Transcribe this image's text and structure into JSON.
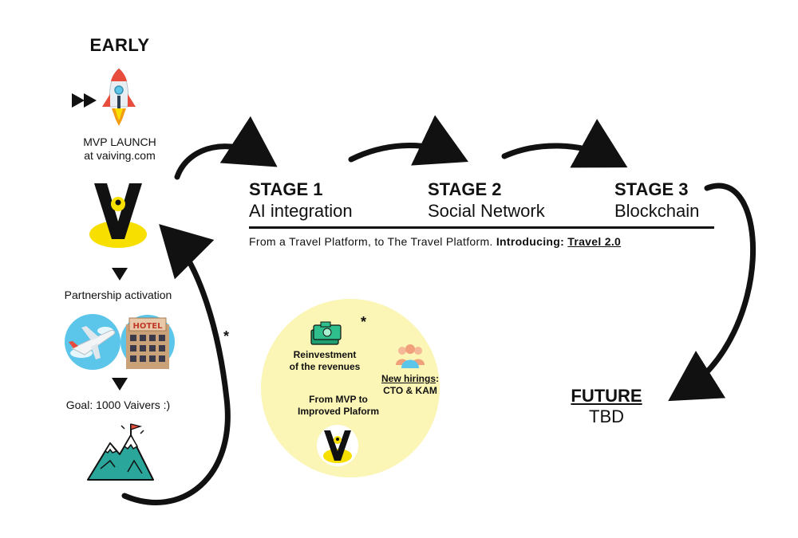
{
  "early": {
    "title": "EARLY",
    "launch_line1": "MVP LAUNCH",
    "launch_line2": "at vaiving.com",
    "partnership": "Partnership activation",
    "hotel_sign": "HOTEL",
    "goal": "Goal: 1000 Vaivers :)",
    "asterisk": "*"
  },
  "stages": [
    {
      "title": "STAGE 1",
      "subtitle": "AI integration"
    },
    {
      "title": "STAGE 2",
      "subtitle": "Social Network"
    },
    {
      "title": "STAGE 3",
      "subtitle": "Blockchain"
    }
  ],
  "tagline": {
    "text": "From a Travel Platform, to The Travel Platform.",
    "bold": "Introducing:",
    "link": "Travel 2.0"
  },
  "future": {
    "title": "FUTURE",
    "subtitle": "TBD"
  },
  "cycle": {
    "asterisk": "*",
    "reinvest_line1": "Reinvestment",
    "reinvest_line2": "of the revenues",
    "hiring_label": "New hirings",
    "hiring_colon": ":",
    "hiring_roles": "CTO & KAM",
    "improve_line1": "From MVP to",
    "improve_line2": "Improved Plaform"
  },
  "colors": {
    "brand_yellow": "#f7e000",
    "circle_fill": "#fbf5b6",
    "ink": "#111111",
    "money_green": "#2ebf8c",
    "mountain_teal": "#2aa79a",
    "people_orange": "#f0a07a",
    "sky_blue": "#5bc6ea",
    "hotel_brown": "#c9a27a"
  },
  "icons": [
    "fast-forward-icon",
    "rocket-icon",
    "vaiving-logo-icon",
    "airplane-icon",
    "hotel-icon",
    "mountain-flag-icon",
    "money-icon",
    "people-icon"
  ]
}
